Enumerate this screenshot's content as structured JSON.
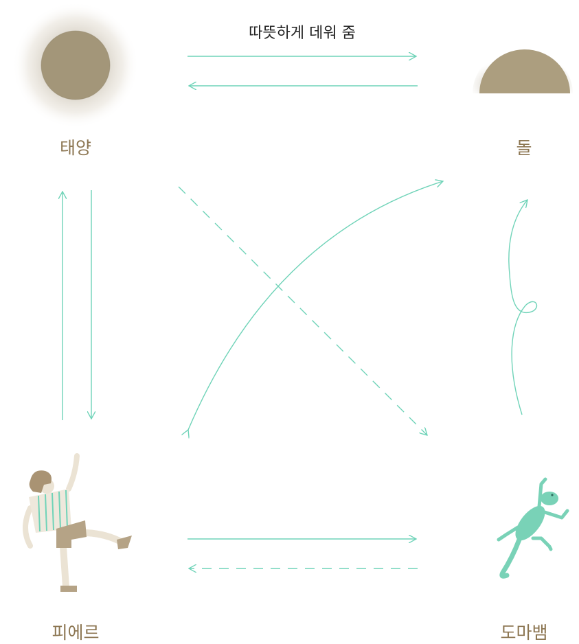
{
  "nodes": {
    "sun": "태양",
    "stone": "돌",
    "pierre": "피에르",
    "lizard": "도마뱀"
  },
  "top_caption": "따뜻하게 데워 줌",
  "colors": {
    "arrow": "#6fd3b8",
    "label": "#8c7652",
    "caption": "#222222",
    "figure_tan": "#b5a386",
    "figure_skin": "#ebe3d4",
    "lizard": "#79d2b7"
  }
}
